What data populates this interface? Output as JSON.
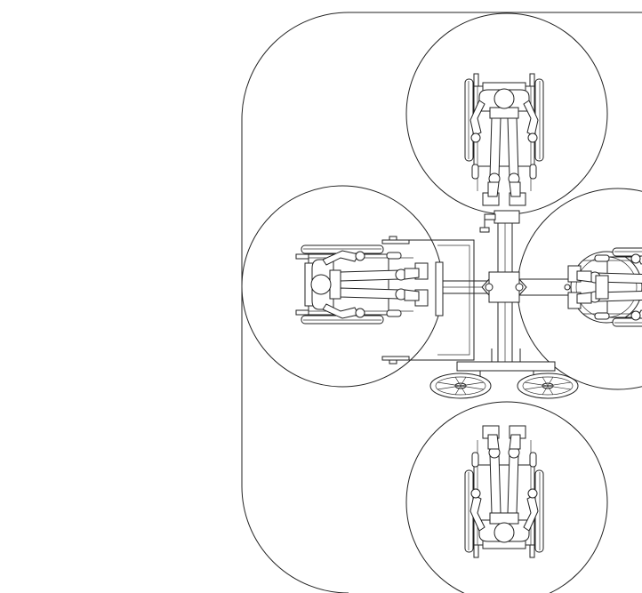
{
  "diagram": {
    "type": "top-view floor plan",
    "stroke_color": "#222222",
    "background_color": "#ffffff",
    "wheelchair_positions": [
      "top",
      "left",
      "right",
      "bottom"
    ],
    "turning_circles": 4
  }
}
